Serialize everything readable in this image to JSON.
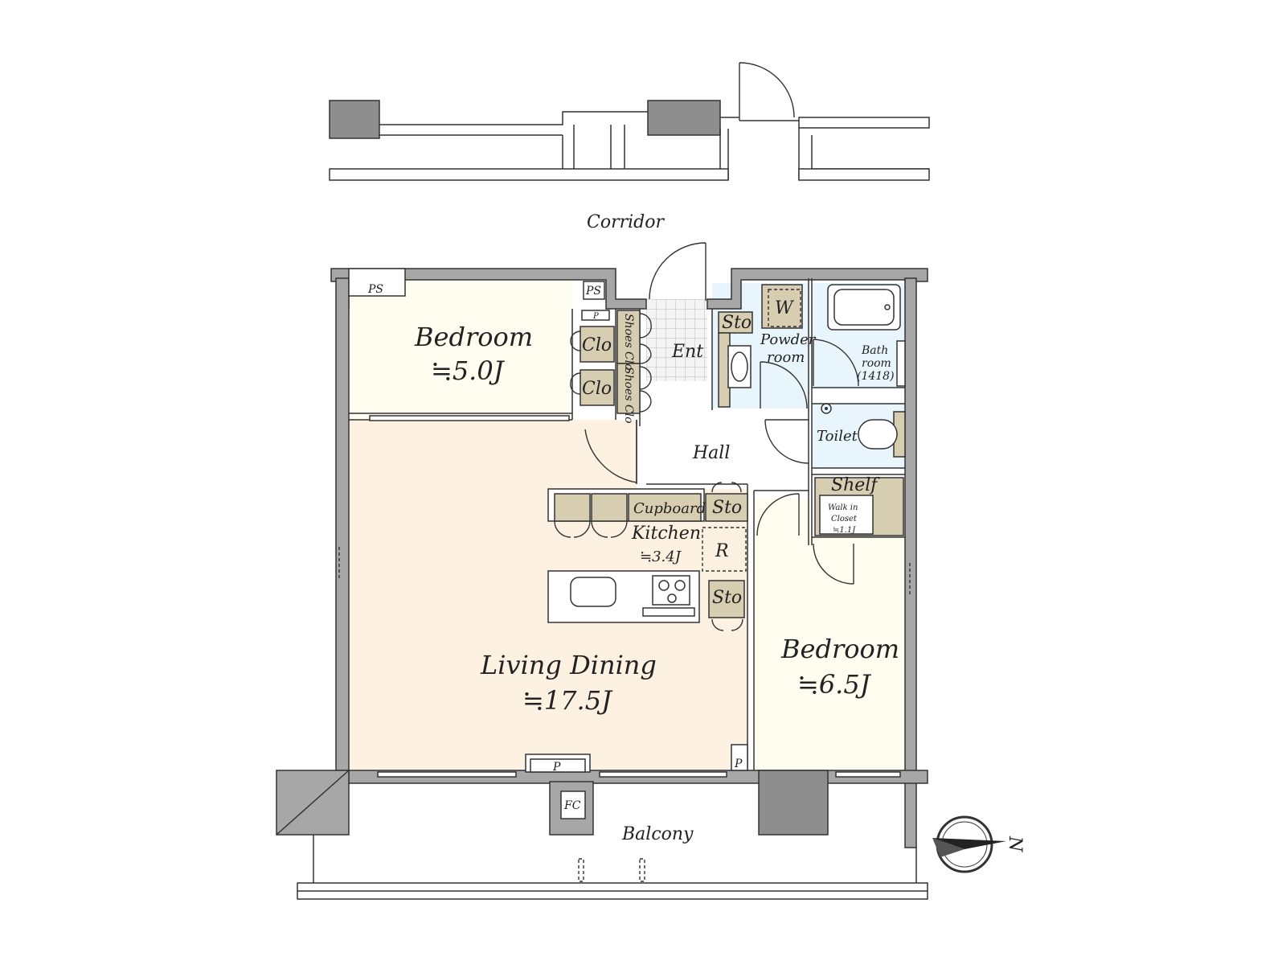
{
  "labels": {
    "corridor": "Corridor",
    "bedroom_1": "Bedroom",
    "bedroom_1_size": "≒5.0J",
    "closet_1": "Clo",
    "closet_2": "Clo",
    "shoes_closet_1": "Shoes Clo",
    "shoes_closet_2": "Shoes Clo",
    "entrance": "Ent",
    "ps_1": "PS",
    "ps_2": "PS",
    "p_small_1": "P",
    "storage_1": "Sto",
    "washer": "W",
    "powder_room_1": "Powder",
    "powder_room_2": "room",
    "bath_1": "Bath",
    "bath_2": "room",
    "bath_3": "(1418)",
    "hall": "Hall",
    "toilet": "Toilet",
    "shelf": "Shelf",
    "walk_in_1": "Walk in",
    "walk_in_2": "Closet",
    "walk_in_size": "≒1.1J",
    "cupboard": "Cupboard",
    "storage_2": "Sto",
    "kitchen": "Kitchen",
    "kitchen_size": "≒3.4J",
    "refrigerator": "R",
    "storage_3": "Sto",
    "living_dining": "Living Dining",
    "living_dining_size": "≒17.5J",
    "bedroom_2": "Bedroom",
    "bedroom_2_size": "≒6.5J",
    "p_small_2": "P",
    "p_small_3": "P",
    "fc": "FC",
    "balcony": "Balcony",
    "north": "N"
  },
  "colors": {
    "wall": "#a7a7a7",
    "living": "#fdf1e1",
    "bedroom": "#fefdf0",
    "wet_area": "#e9f5fc",
    "storage": "#d7cdb1",
    "entrance_tile": "#f4f4f4"
  }
}
